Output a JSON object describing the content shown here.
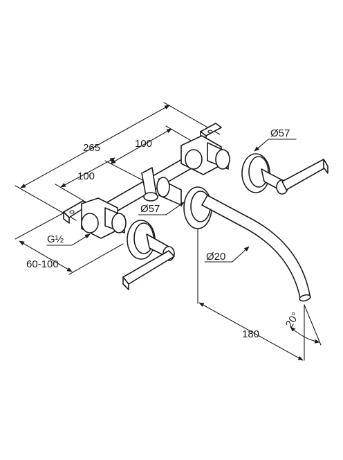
{
  "diagram": {
    "dimensions": {
      "overall_width": "265",
      "upper_spacing": "100",
      "lower_spacing": "100",
      "connection_thread": "G½",
      "wall_depth": "60-100",
      "rosette_right": "Ø57",
      "rosette_center": "Ø57",
      "spout_diameter": "Ø20",
      "projection": "180",
      "spout_angle": "20°"
    },
    "colors": {
      "line": "#1a1a1a",
      "background": "#ffffff"
    }
  }
}
